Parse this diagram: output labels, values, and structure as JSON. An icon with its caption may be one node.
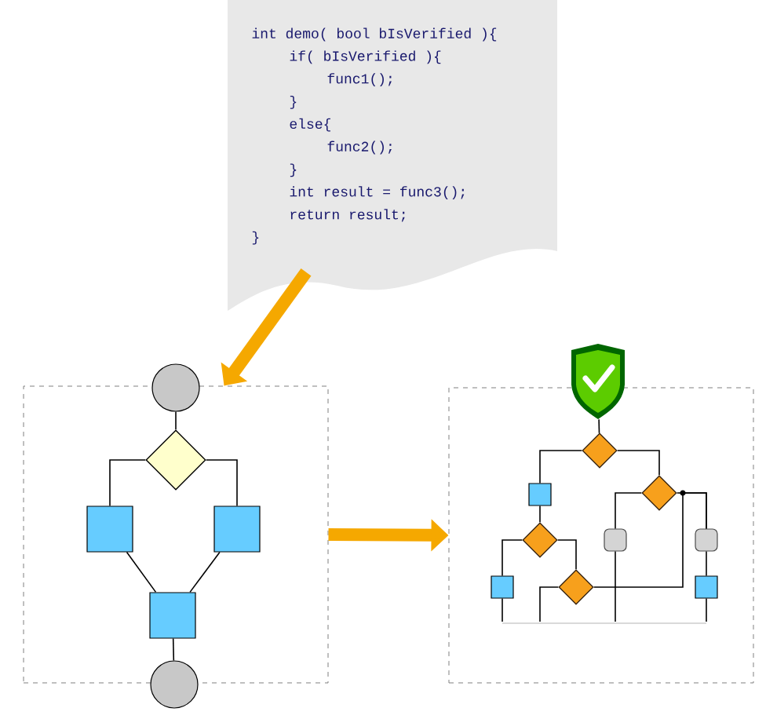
{
  "diagram": {
    "nodes": [
      {
        "text": [
          "int demo( bool bIsVerified ){",
          "if( bIsVerified ){",
          "func1();",
          "}",
          "else{",
          "func2();",
          "}",
          "int result = func3();",
          "return result;",
          "}"
        ]
      },
      {
        "text": [],
        "shape": "box"
      },
      {
        "text": [],
        "shape": "box"
      },
      {
        "text": [],
        "shape": "circle"
      },
      {
        "text": [],
        "shape": "diamond",
        "in": 1
      },
      {
        "text": [],
        "shape": "box",
        "in": 1
      },
      {
        "text": [],
        "shape": "box",
        "in": 1
      },
      {
        "text": [],
        "shape": "box",
        "in": 1
      },
      {
        "text": [],
        "shape": "circle"
      },
      {
        "text": [],
        "shape": "shield"
      },
      {
        "text": [],
        "shape": "diamond",
        "in": 2
      },
      {
        "text": [],
        "shape": "box",
        "in": 2
      },
      {
        "text": [],
        "shape": "diamond",
        "in": 2
      },
      {
        "text": [],
        "shape": "diamond",
        "in": 2
      },
      {
        "text": [],
        "shape": "rounded",
        "in": 2
      },
      {
        "text": [],
        "shape": "rounded",
        "in": 2
      },
      {
        "text": [],
        "shape": "diamond",
        "in": 2
      },
      {
        "text": [],
        "shape": "box",
        "in": 2
      },
      {
        "text": [],
        "shape": "box",
        "in": 2
      }
    ],
    "edges": [
      {
        "from": 0,
        "to": 1,
        "arrow": "to",
        "style": "thick",
        "color": "#f5a800"
      },
      {
        "from": 1,
        "to": 2,
        "arrow": "to",
        "style": "thick",
        "color": "#f5a800"
      },
      {
        "from": 3,
        "to": 4,
        "arrow": "none"
      },
      {
        "from": 4,
        "to": 5,
        "arrow": "none"
      },
      {
        "from": 4,
        "to": 6,
        "arrow": "none"
      },
      {
        "from": 5,
        "to": 7,
        "arrow": "none"
      },
      {
        "from": 6,
        "to": 7,
        "arrow": "none"
      },
      {
        "from": 7,
        "to": 8,
        "arrow": "none"
      },
      {
        "from": 9,
        "to": 10,
        "arrow": "none"
      },
      {
        "from": 10,
        "to": 11,
        "arrow": "none"
      },
      {
        "from": 10,
        "to": 12,
        "arrow": "none"
      },
      {
        "from": 11,
        "to": 13,
        "arrow": "none"
      },
      {
        "from": 13,
        "to": 17,
        "arrow": "none"
      },
      {
        "from": 13,
        "to": 16,
        "arrow": "none"
      },
      {
        "from": 12,
        "to": 14,
        "arrow": "none"
      },
      {
        "from": 12,
        "to": 15,
        "arrow": "none"
      },
      {
        "from": 15,
        "to": 18,
        "arrow": "none"
      },
      {
        "from": 16,
        "to": 15,
        "arrow": "none"
      },
      {
        "from": 17,
        "to": null,
        "arrow": "none"
      },
      {
        "from": 16,
        "to": null,
        "arrow": "none"
      },
      {
        "from": 14,
        "to": null,
        "arrow": "none"
      },
      {
        "from": 18,
        "to": null,
        "arrow": "none"
      }
    ]
  }
}
